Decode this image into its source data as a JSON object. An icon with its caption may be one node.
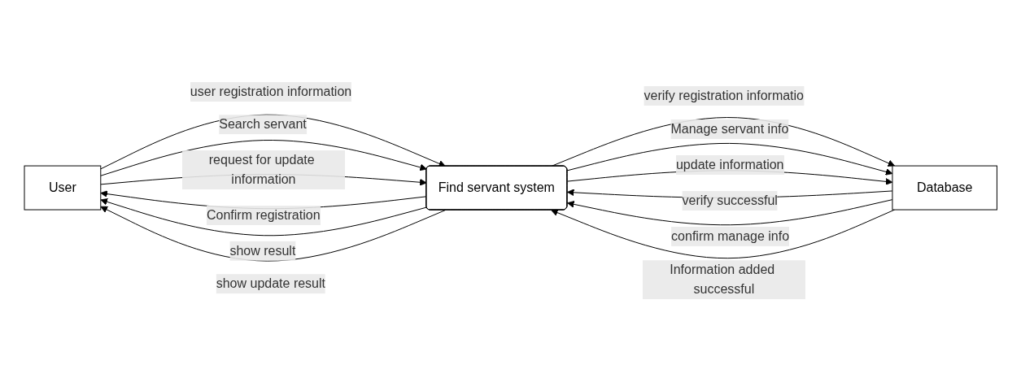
{
  "diagram": {
    "nodes": [
      {
        "text": [
          "User"
        ]
      },
      {
        "text": [
          "Find servant system"
        ]
      },
      {
        "text": [
          "Database"
        ]
      }
    ],
    "edges": [
      {
        "from": 0,
        "to": 1,
        "arrow": "to",
        "label": "user registration information"
      },
      {
        "from": 1,
        "to": 0,
        "arrow": "to",
        "label": "Confirm registration"
      },
      {
        "from": 0,
        "to": 1,
        "arrow": "to",
        "label": "Search servant"
      },
      {
        "from": 1,
        "to": 0,
        "arrow": "to",
        "label": "show result"
      },
      {
        "from": 0,
        "to": 1,
        "arrow": "to",
        "label": "request for update information"
      },
      {
        "from": 1,
        "to": 0,
        "arrow": "to",
        "label": "show update result"
      },
      {
        "from": 1,
        "to": 2,
        "arrow": "to",
        "label": "verify registration informatio"
      },
      {
        "from": 2,
        "to": 1,
        "arrow": "to",
        "label": "verify successful"
      },
      {
        "from": 1,
        "to": 2,
        "arrow": "to",
        "label": "Manage servant info"
      },
      {
        "from": 2,
        "to": 1,
        "arrow": "to",
        "label": "confirm manage info"
      },
      {
        "from": 1,
        "to": 2,
        "arrow": "to",
        "label": "update information"
      },
      {
        "from": 2,
        "to": 1,
        "arrow": "to",
        "label": "Information added successful"
      }
    ]
  }
}
